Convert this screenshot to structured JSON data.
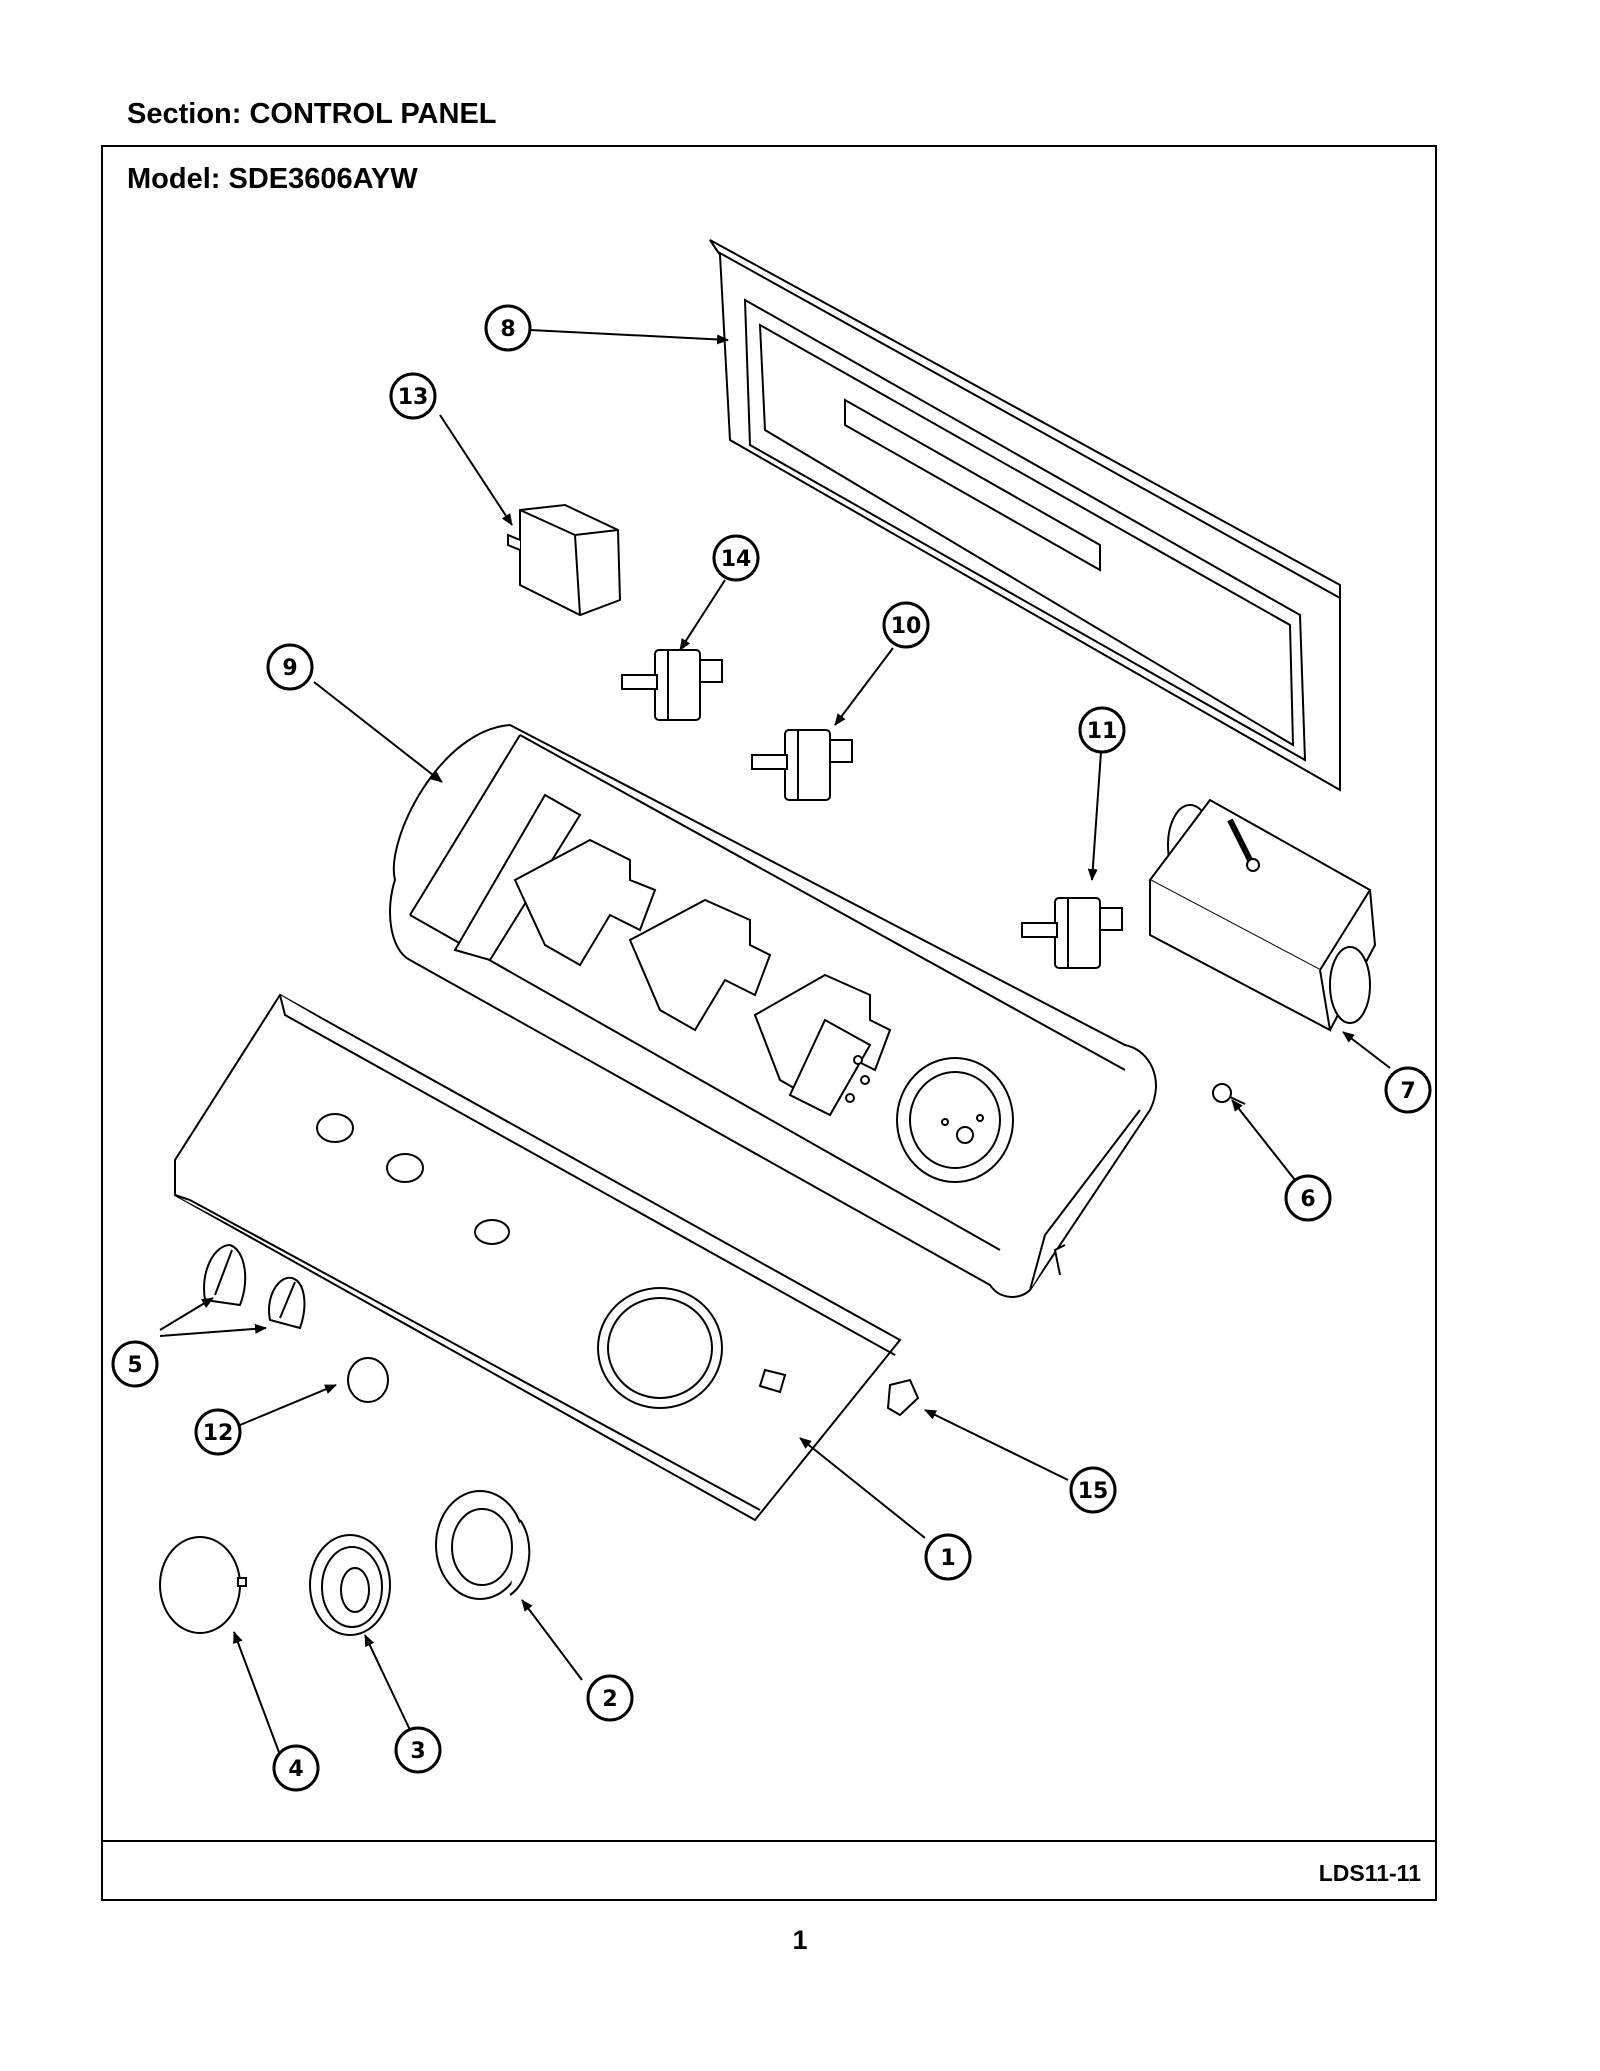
{
  "header": {
    "section": "Section:  CONTROL PANEL",
    "model": "Model:  SDE3606AYW"
  },
  "footer": {
    "doc_code": "LDS11-11",
    "page_number": "1"
  },
  "callouts": [
    {
      "id": "c1",
      "label": "1"
    },
    {
      "id": "c2",
      "label": "2"
    },
    {
      "id": "c3",
      "label": "3"
    },
    {
      "id": "c4",
      "label": "4"
    },
    {
      "id": "c5",
      "label": "5"
    },
    {
      "id": "c6",
      "label": "6"
    },
    {
      "id": "c7",
      "label": "7"
    },
    {
      "id": "c8",
      "label": "8"
    },
    {
      "id": "c9",
      "label": "9"
    },
    {
      "id": "c10",
      "label": "10"
    },
    {
      "id": "c11",
      "label": "11"
    },
    {
      "id": "c12",
      "label": "12"
    },
    {
      "id": "c13",
      "label": "13"
    },
    {
      "id": "c14",
      "label": "14"
    },
    {
      "id": "c15",
      "label": "15"
    }
  ],
  "colors": {
    "line": "#000000",
    "paper": "#ffffff"
  }
}
